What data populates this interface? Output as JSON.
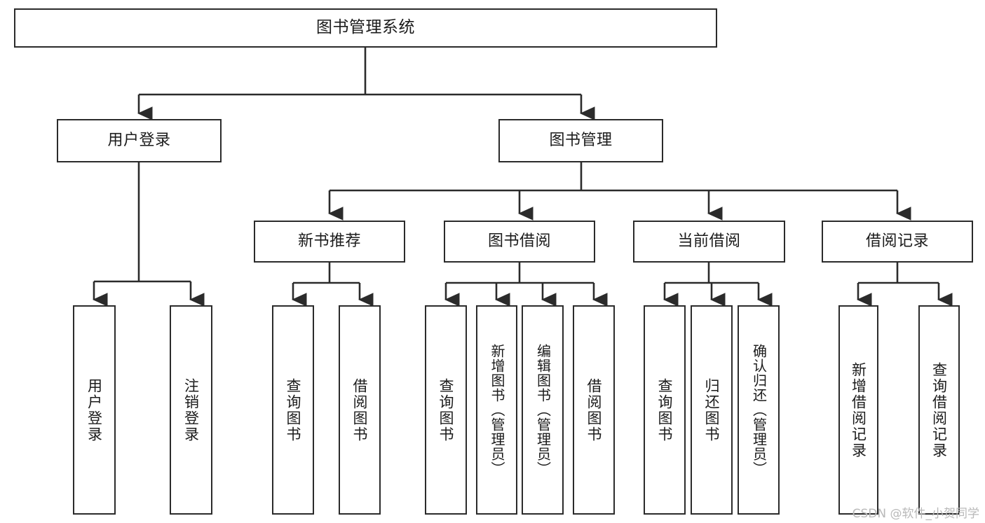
{
  "diagram": {
    "title": "图书管理系统",
    "watermark": "CSDN @软件_小贺同学",
    "line_color": "#2b2b2b",
    "box_fill": "#ffffff",
    "text_color": "#1b1b1b",
    "root": {
      "label": "图书管理系统"
    },
    "tier2": [
      {
        "label": "用户登录"
      },
      {
        "label": "图书管理"
      }
    ],
    "tier3": [
      {
        "label": "新书推荐"
      },
      {
        "label": "图书借阅"
      },
      {
        "label": "当前借阅"
      },
      {
        "label": "借阅记录"
      }
    ],
    "leaves": {
      "user_login": [
        {
          "label": "用户登录"
        },
        {
          "label": "注销登录"
        }
      ],
      "new_book_recommend": [
        {
          "label": "查询图书"
        },
        {
          "label": "借阅图书"
        }
      ],
      "book_borrow": [
        {
          "label": "查询图书"
        },
        {
          "label": "新增图书（管理员）"
        },
        {
          "label": "编辑图书（管理员）"
        },
        {
          "label": "借阅图书"
        }
      ],
      "current_borrow": [
        {
          "label": "查询图书"
        },
        {
          "label": "归还图书"
        },
        {
          "label": "确认归还（管理员）"
        }
      ],
      "borrow_record": [
        {
          "label": "新增借阅记录"
        },
        {
          "label": "查询借阅记录"
        }
      ]
    }
  }
}
